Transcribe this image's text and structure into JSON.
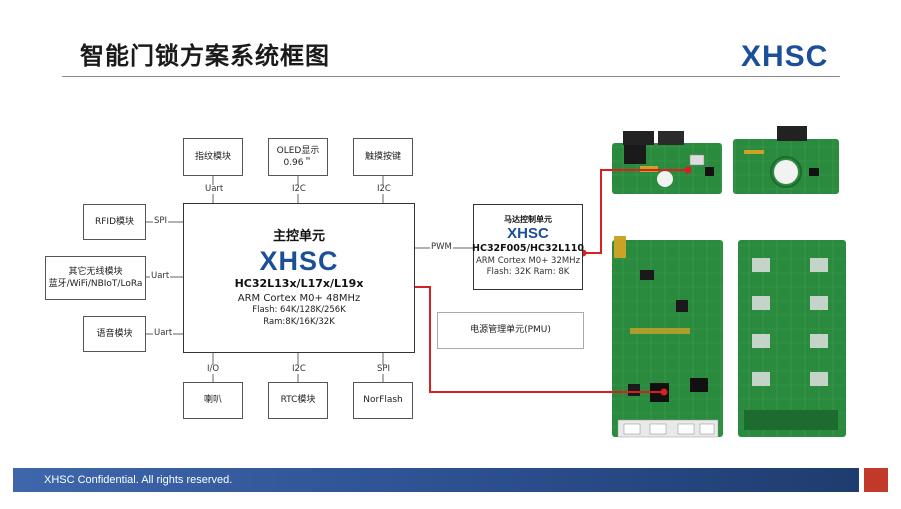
{
  "header": {
    "title": "智能门锁方案系统框图",
    "logo": "XHSC"
  },
  "main_unit": {
    "title": "主控单元",
    "logo": "XHSC",
    "model": "HC32L13x/L17x/L19x",
    "core": "ARM Cortex M0+ 48MHz",
    "flash": "Flash: 64K/128K/256K",
    "ram": "Ram:8K/16K/32K"
  },
  "modules": {
    "fingerprint": "指纹模块",
    "oled_line1": "OLED显示",
    "oled_line2": "0.96＂",
    "touch": "触摸按键",
    "rfid": "RFID模块",
    "wireless_line1": "其它无线模块",
    "wireless_line2": "蓝牙/WiFi/NBIoT/LoRa",
    "voice": "语音模块",
    "speaker": "喇叭",
    "rtc": "RTC模块",
    "norflash": "NorFlash",
    "pmu": "电源管理单元(PMU)"
  },
  "motor_unit": {
    "title": "马达控制单元",
    "logo": "XHSC",
    "model": "HC32F005/HC32L110",
    "core": "ARM Cortex M0+ 32MHz",
    "mem": "Flash: 32K   Ram: 8K"
  },
  "links": {
    "uart_top": "Uart",
    "i2c_top": "I2C",
    "i2c_touch": "I2C",
    "spi_left": "SPI",
    "uart_wireless": "Uart",
    "uart_voice": "Uart",
    "io_bottom": "I/O",
    "i2c_bottom": "I2C",
    "spi_bottom": "SPI",
    "pwm": "PWM"
  },
  "footer": {
    "text": "XHSC Confidential. All rights reserved."
  },
  "colors": {
    "brand_blue": "#1c4f99",
    "pointer_red": "#d92020",
    "pcb_green": "#2a8a3e",
    "footer_red": "#c0392b"
  }
}
